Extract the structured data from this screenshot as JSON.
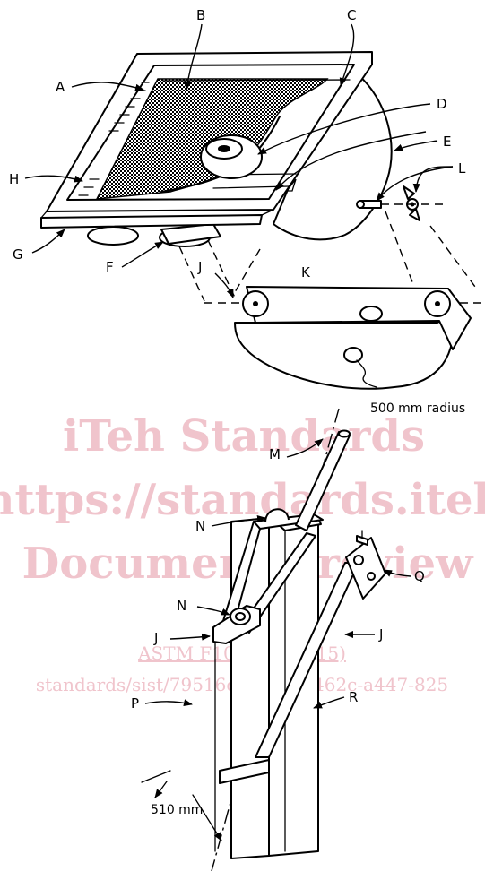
{
  "watermark": {
    "line1": "iTeh Standards",
    "line2": "https://standards.iteh",
    "line3": "Document Preview",
    "line4": "ASTM F1084-86(2015)",
    "line5": "standards/sist/79516d4f-8345-462c-a447-825"
  },
  "labels": {
    "A": "A",
    "B": "B",
    "C": "C",
    "D": "D",
    "E": "E",
    "F": "F",
    "G": "G",
    "H": "H",
    "J": "J",
    "K": "K",
    "L": "L",
    "M": "M",
    "N": "N",
    "P": "P",
    "Q": "Q",
    "R": "R"
  },
  "dimensions": {
    "radius": "500 mm radius",
    "length": "510 mm"
  }
}
